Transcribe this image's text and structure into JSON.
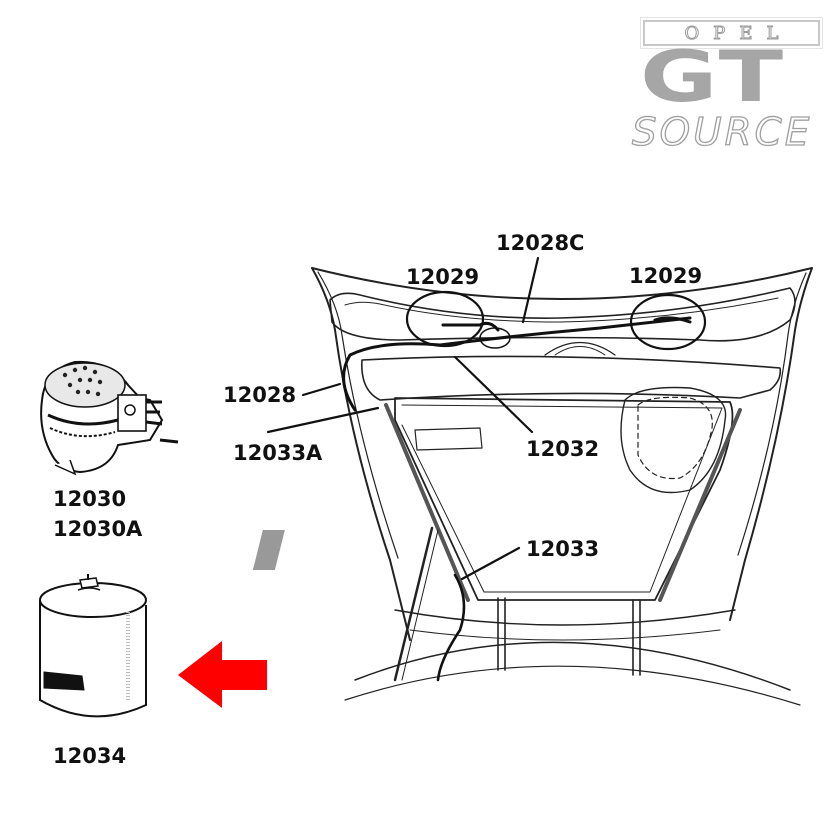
{
  "logo": {
    "brand": "OPEL",
    "model": "GT",
    "tagline": "SOURCE"
  },
  "diagram": {
    "subject": "Rear hatch / trunk lid wiring and components",
    "callouts": [
      {
        "id": "12028C",
        "label": "12028C"
      },
      {
        "id": "12029-left",
        "label": "12029"
      },
      {
        "id": "12029-right",
        "label": "12029"
      },
      {
        "id": "12028",
        "label": "12028"
      },
      {
        "id": "12033A",
        "label": "12033A"
      },
      {
        "id": "12032",
        "label": "12032"
      },
      {
        "id": "12033",
        "label": "12033"
      }
    ]
  },
  "parts": [
    {
      "name": "switch",
      "labels": [
        "12030",
        "12030A"
      ]
    },
    {
      "name": "canister",
      "labels": [
        "12034"
      ]
    }
  ],
  "highlight": {
    "arrow_color": "#ff0000",
    "points_to": "12034"
  }
}
